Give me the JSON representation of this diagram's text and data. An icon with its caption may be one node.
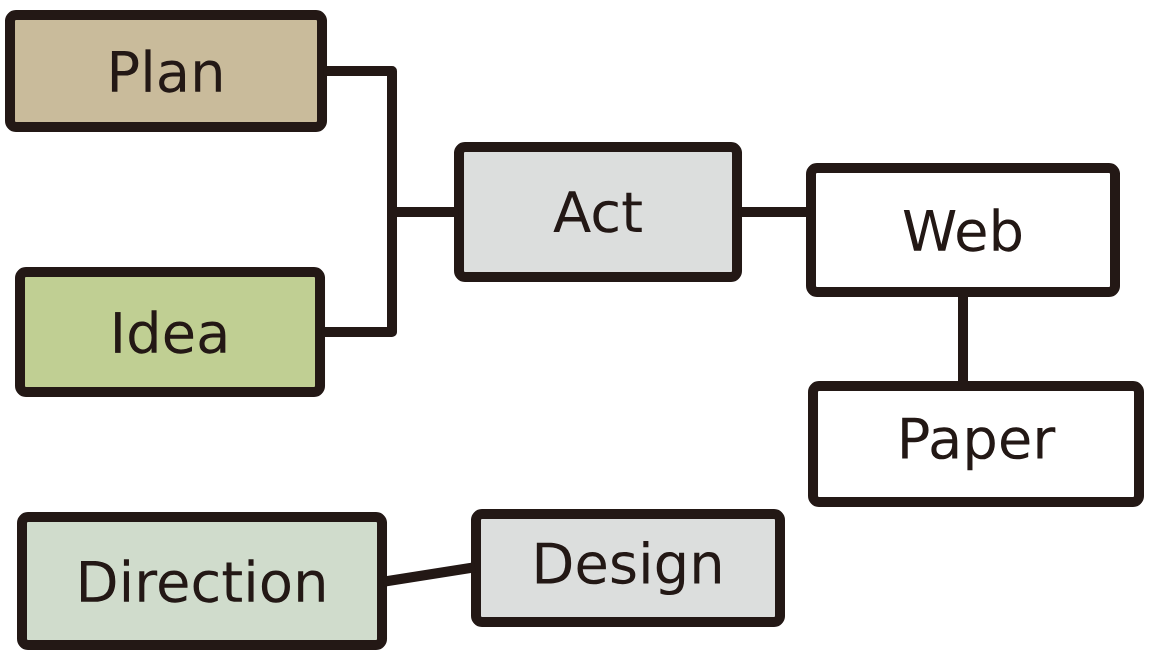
{
  "diagram": {
    "nodes": [
      {
        "text": [
          "Plan"
        ]
      },
      {
        "text": [
          "Idea"
        ]
      },
      {
        "text": [
          "Act"
        ]
      },
      {
        "text": [
          "Web"
        ]
      },
      {
        "text": [
          "Paper"
        ]
      },
      {
        "text": [
          "Direction"
        ]
      },
      {
        "text": [
          "Design"
        ]
      }
    ],
    "edges": [
      {
        "from": 0,
        "to": 2,
        "arrow": "none"
      },
      {
        "from": 1,
        "to": 2,
        "arrow": "none"
      },
      {
        "from": 2,
        "to": 3,
        "arrow": "none"
      },
      {
        "from": 3,
        "to": 4,
        "arrow": "none"
      },
      {
        "from": 5,
        "to": 6,
        "arrow": "none"
      }
    ]
  }
}
